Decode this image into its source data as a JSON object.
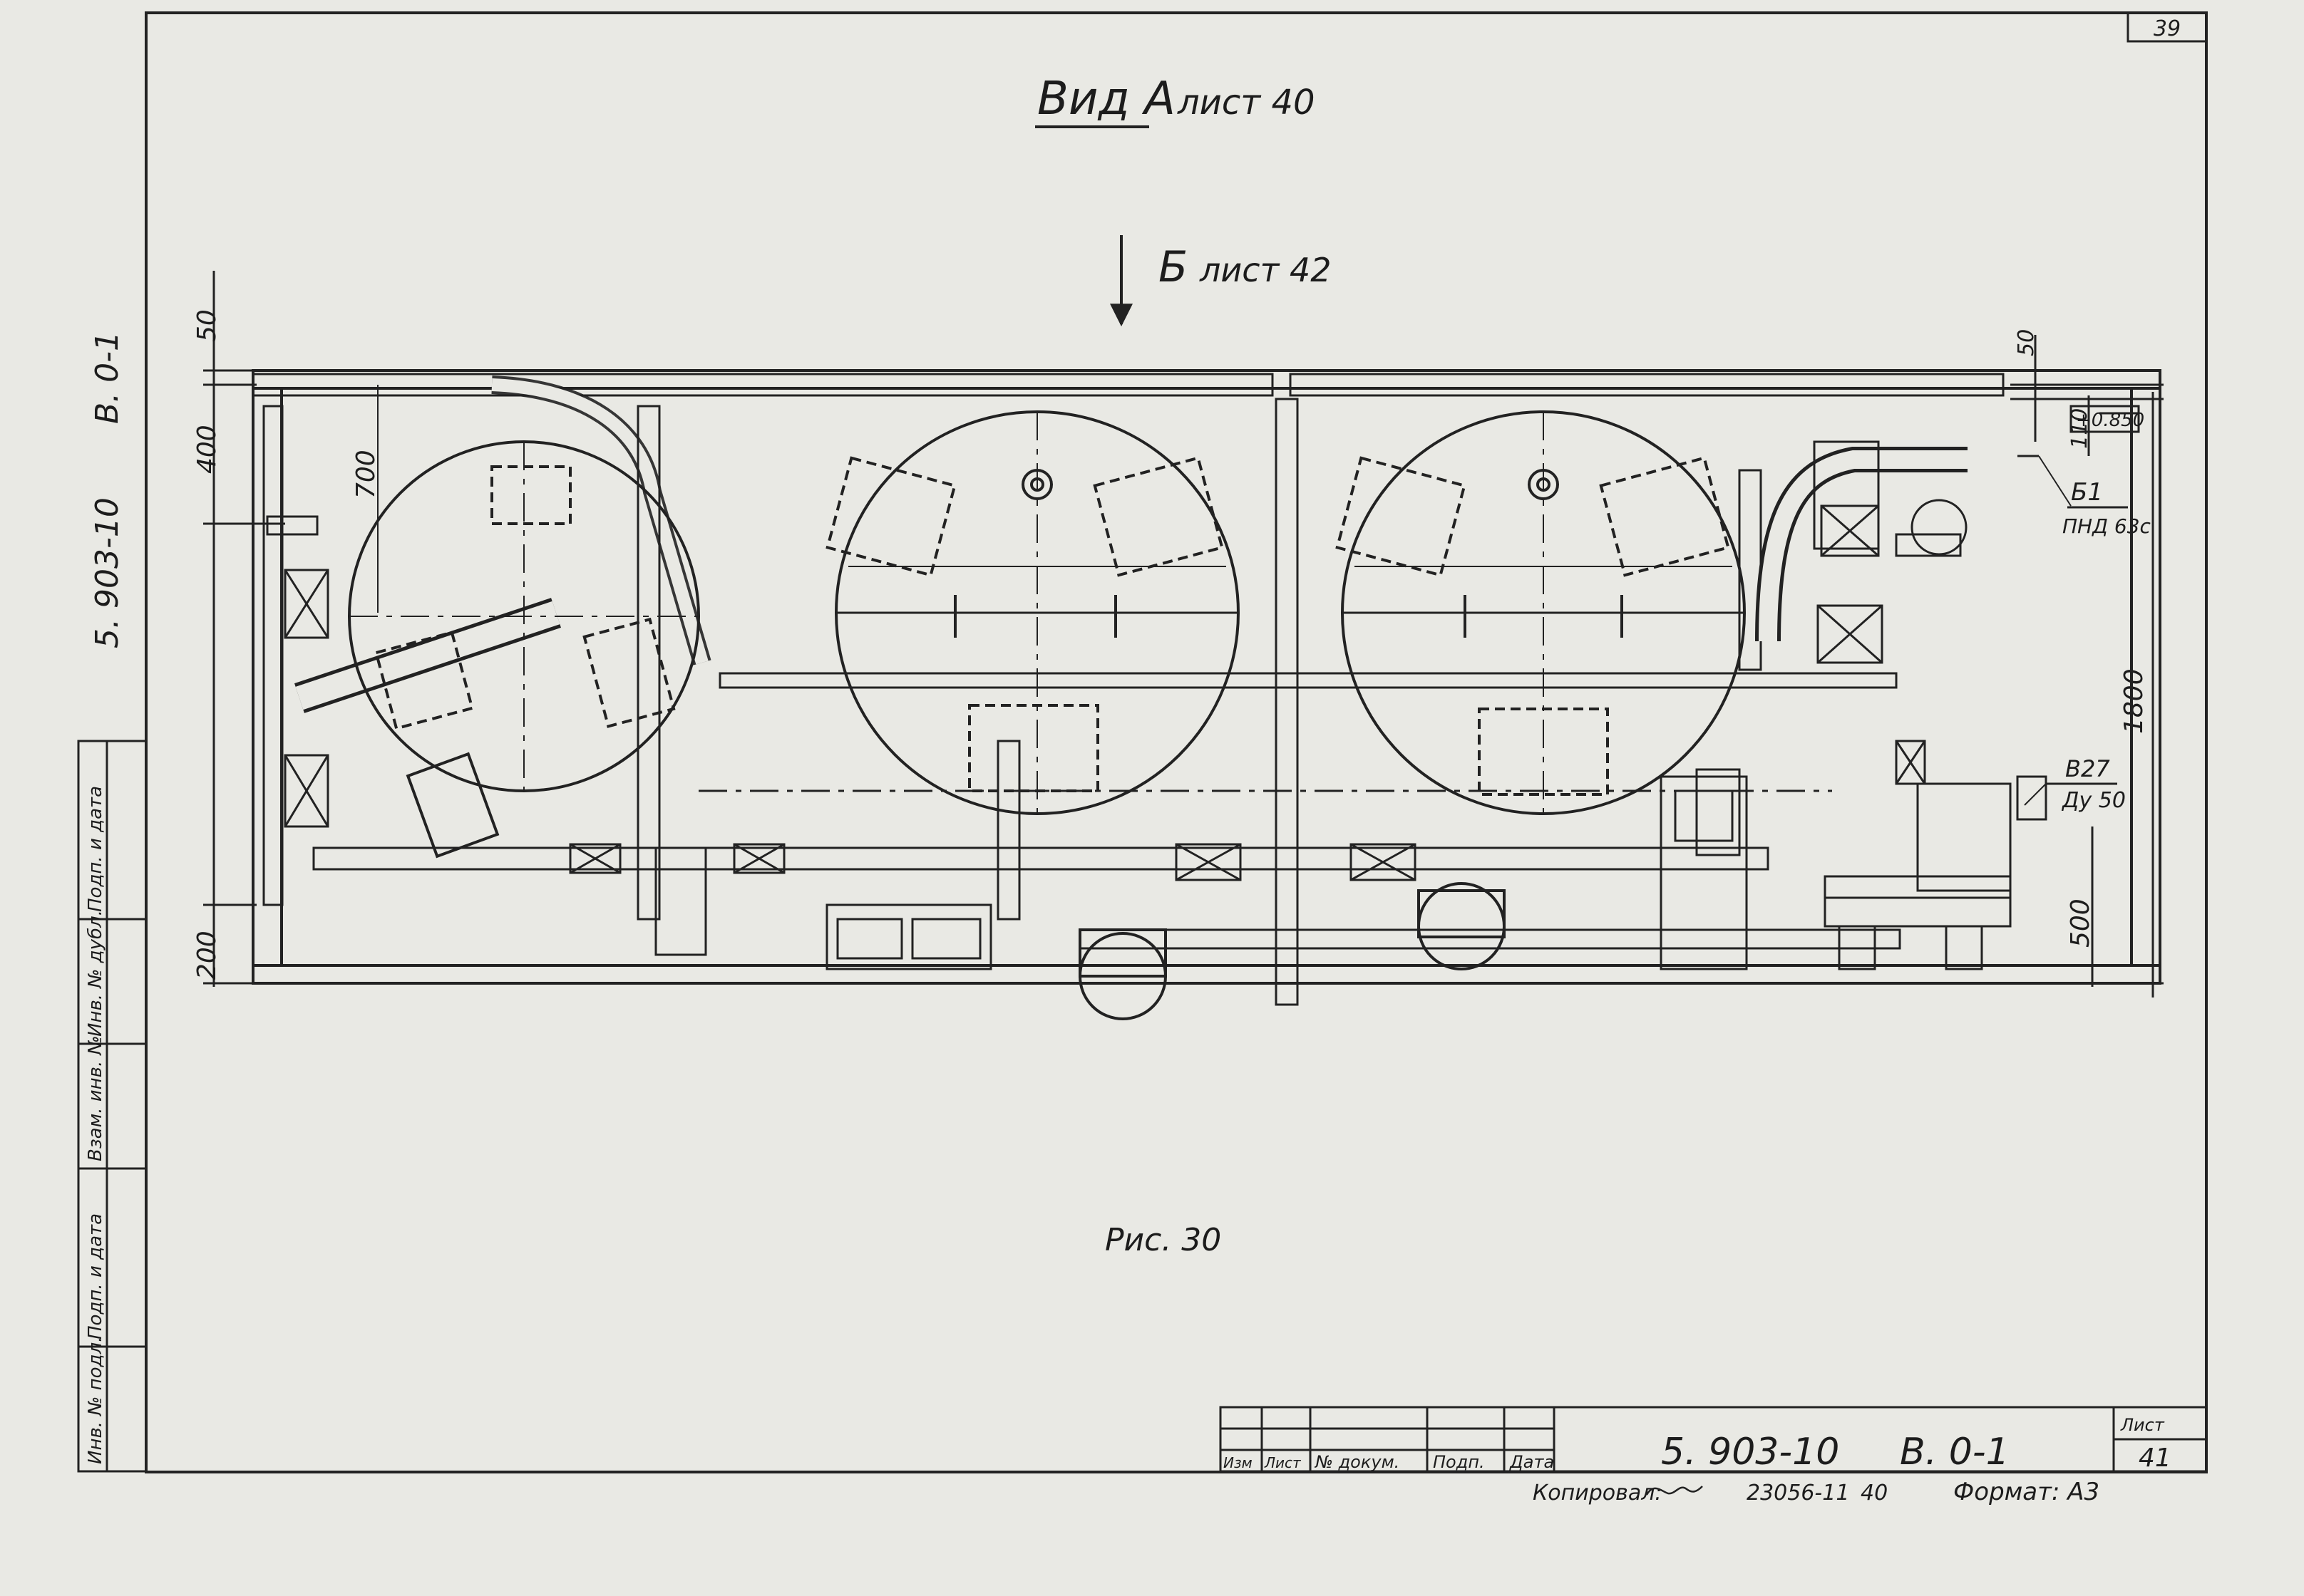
{
  "page_number_top": "39",
  "heading": {
    "view": "Вид А",
    "view_sheet": "лист 40",
    "arrow_label": "Б",
    "arrow_sheet": "лист 42"
  },
  "dims": {
    "d50_left": "50",
    "d400": "400",
    "d700": "700",
    "d200": "200",
    "d50_right": "50",
    "d110": "110",
    "elev": "+0.850",
    "d1800": "1800",
    "d500": "500"
  },
  "callouts": {
    "b1": "Б1",
    "b1_sub": "ПНД 63с",
    "v27": "В27",
    "v27_sub": "Ду 50"
  },
  "caption": "Рис. 30",
  "side_code": {
    "series": "5. 903-10",
    "issue": "В. 0-1"
  },
  "side_stamp": [
    "Инв. № подл.",
    "Подп. и дата",
    "Взам. инв. №",
    "Инв. № дубл.",
    "Подп. и дата"
  ],
  "title_block": {
    "headers": [
      "Изм",
      "Лист",
      "№ докум.",
      "Подп.",
      "Дата"
    ],
    "code": "5. 903-10",
    "issue": "В. 0-1",
    "sheet_label": "Лист",
    "sheet_no": "41"
  },
  "footer": {
    "copied": "Копировал:",
    "number": "23056-11",
    "n40": "40",
    "format": "Формат: А3"
  }
}
